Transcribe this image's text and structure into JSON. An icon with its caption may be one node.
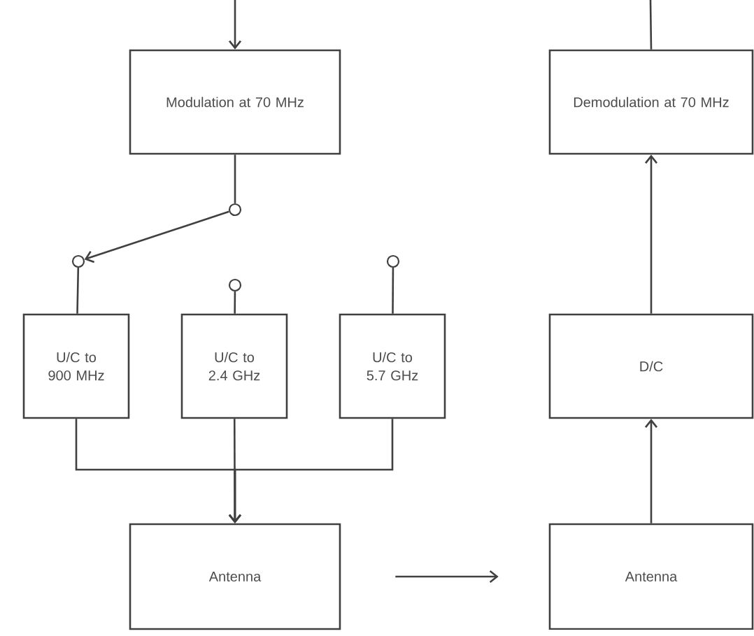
{
  "diagram": {
    "nodes": [
      {
        "text": [
          "Modulation at 70 MHz"
        ]
      },
      {
        "text": [],
        "shape": "circle"
      },
      {
        "text": [],
        "shape": "circle"
      },
      {
        "text": [],
        "shape": "circle"
      },
      {
        "text": [],
        "shape": "circle"
      },
      {
        "text": [
          "U/C to 900 MHz"
        ]
      },
      {
        "text": [
          "U/C to 2.4 GHz"
        ]
      },
      {
        "text": [
          "U/C to 5.7 GHz"
        ]
      },
      {
        "text": [
          "Antenna"
        ]
      },
      {
        "text": [
          "Demodulation at 70 MHz"
        ]
      },
      {
        "text": [
          "D/C"
        ]
      },
      {
        "text": [
          "Antenna"
        ]
      }
    ],
    "edges": [
      {
        "from": null,
        "to": 0,
        "arrow": "to"
      },
      {
        "from": 0,
        "to": 1,
        "arrow": "none"
      },
      {
        "from": 1,
        "to": 2,
        "arrow": "to"
      },
      {
        "from": 2,
        "to": 5,
        "arrow": "none"
      },
      {
        "from": 3,
        "to": 6,
        "arrow": "none"
      },
      {
        "from": 4,
        "to": 7,
        "arrow": "none"
      },
      {
        "from": 5,
        "to": 8,
        "arrow": "to"
      },
      {
        "from": 6,
        "to": 8,
        "arrow": "to"
      },
      {
        "from": 7,
        "to": 8,
        "arrow": "to"
      },
      {
        "from": 8,
        "to": 11,
        "arrow": "to"
      },
      {
        "from": 11,
        "to": 10,
        "arrow": "to"
      },
      {
        "from": 10,
        "to": 9,
        "arrow": "to"
      },
      {
        "from": 9,
        "to": null,
        "arrow": "none"
      }
    ]
  }
}
